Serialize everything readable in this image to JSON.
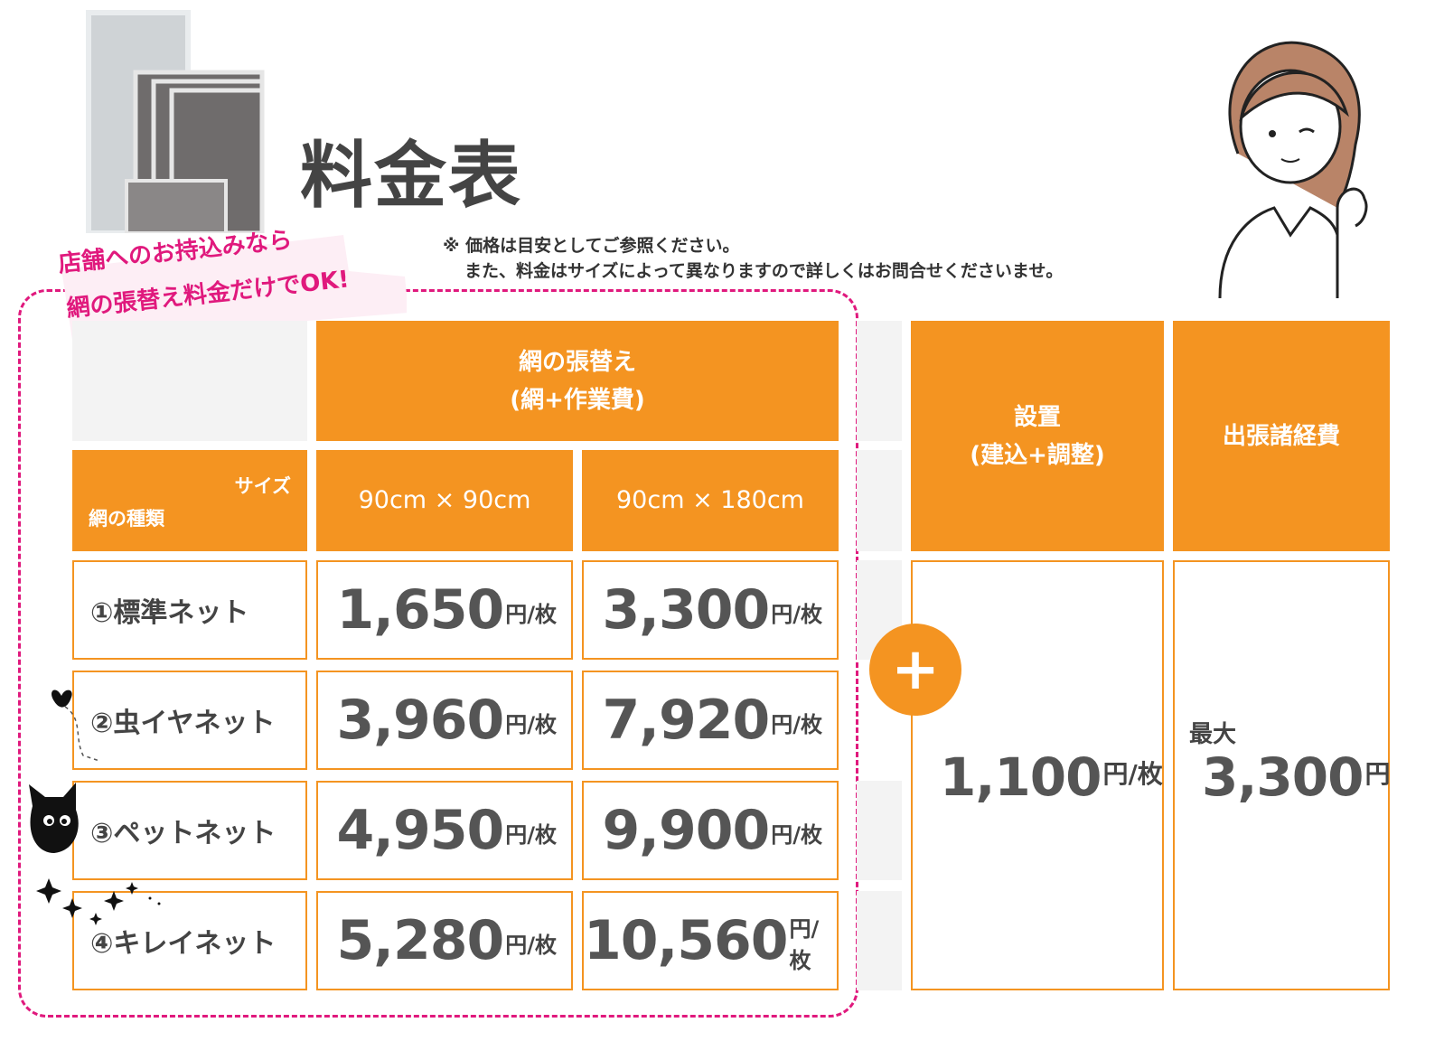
{
  "title": "料金表",
  "note": {
    "line1": "※ 価格は目安としてご参照ください。",
    "line2": "また、料金はサイズによって異なりますので詳しくはお問合せくださいませ。"
  },
  "callout": {
    "line1": "店舗へのお持込みなら",
    "line2": "網の張替え料金だけでOK!"
  },
  "table": {
    "header_main_line1": "網の張替え",
    "header_main_line2": "(網+作業費)",
    "corner_size": "サイズ",
    "corner_type": "網の種類",
    "size1": "90cm × 90cm",
    "size2": "90cm × 180cm",
    "unit": "円/枚",
    "rows": [
      {
        "label": "①標準ネット",
        "price1": "1,650",
        "price2": "3,300"
      },
      {
        "label": "②虫イヤネット",
        "price1": "3,960",
        "price2": "7,920"
      },
      {
        "label": "③ペットネット",
        "price1": "4,950",
        "price2": "9,900"
      },
      {
        "label": "④キレイネット",
        "price1": "5,280",
        "price2": "10,560"
      }
    ]
  },
  "plus_sign": "+",
  "install": {
    "header_line1": "設置",
    "header_line2": "(建込+調整)",
    "price": "1,100",
    "unit": "円/枚"
  },
  "trip": {
    "header": "出張諸経費",
    "max_label": "最大",
    "price": "3,300",
    "unit": "円"
  },
  "colors": {
    "orange": "#f49421",
    "pink": "#e0197d",
    "grey": "#f3f3f3"
  }
}
